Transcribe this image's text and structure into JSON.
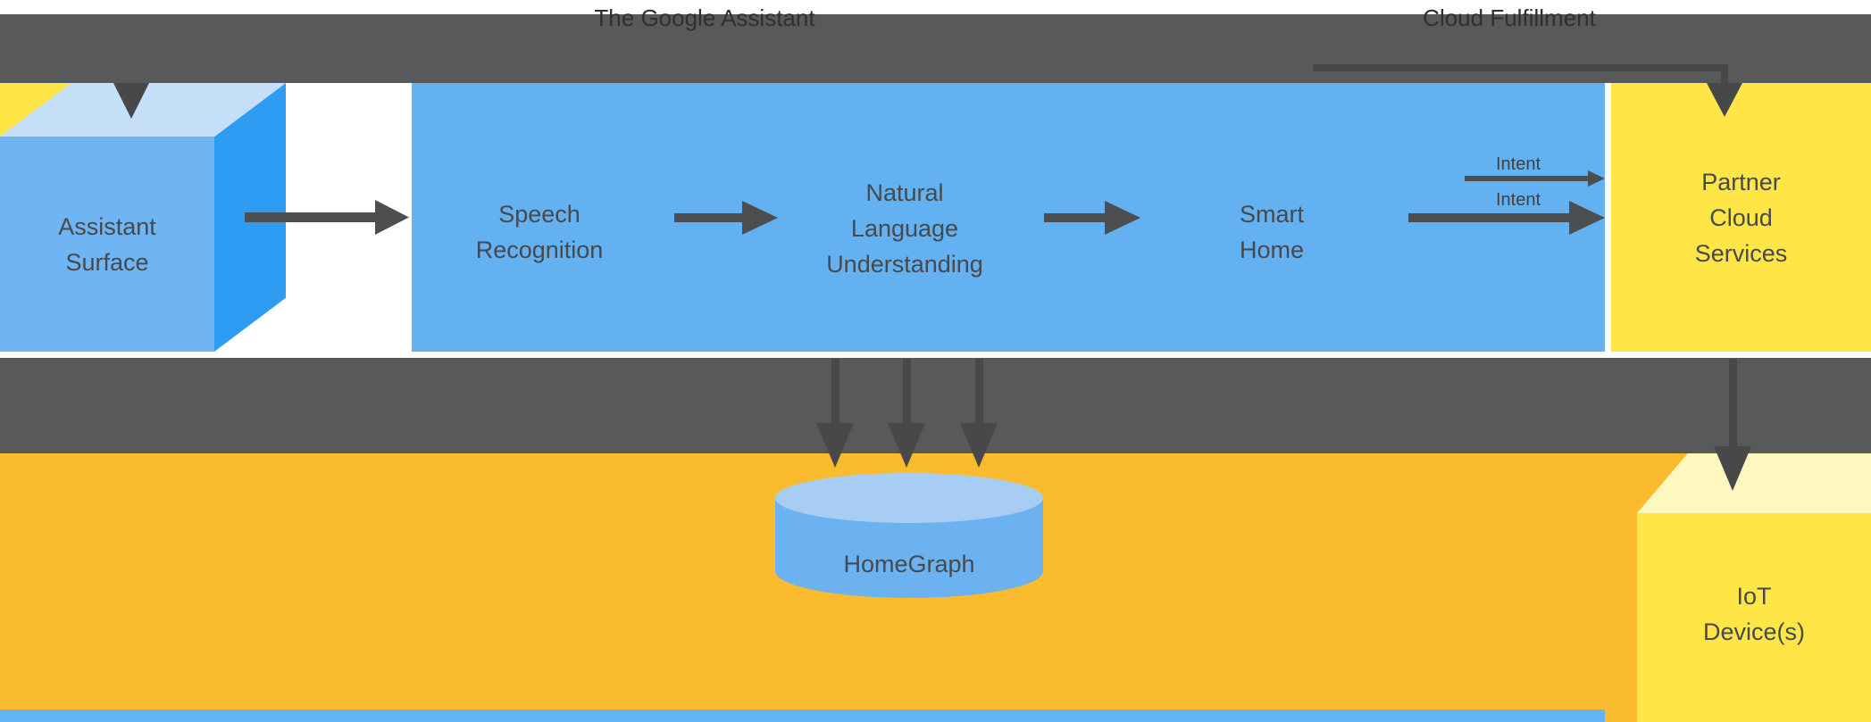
{
  "labels": {
    "google_assistant": "The Google Assistant",
    "cloud_fulfillment": "Cloud Fulfillment",
    "assistant_surface": "Assistant\nSurface",
    "speech_recognition": "Speech\nRecognition",
    "nlu": "Natural\nLanguage\nUnderstanding",
    "smart_home": "Smart\nHome",
    "intent_top": "Intent",
    "intent_bottom": "Intent",
    "partner_cloud": "Partner\nCloud\nServices",
    "homegraph": "HomeGraph",
    "iot_devices": "IoT\nDevice(s)"
  },
  "colors": {
    "band_gray": "#58595b",
    "arrow_gray": "#4c4e50",
    "container_blue": "#63b1f1",
    "box_front_blue": "#70b5f3",
    "box_top_blue": "#c7e0f9",
    "box_side_blue": "#2d9cf2",
    "partner_yellow": "#ffe545",
    "amber_background": "#fabc2e",
    "iot_top_pale_yellow": "#fff7c0",
    "cylinder_blue": "#6db2f0",
    "cylinder_top_blue": "#a8cdf4",
    "bottom_strip_blue": "#64b5f6",
    "text_dark": "#46494d"
  }
}
